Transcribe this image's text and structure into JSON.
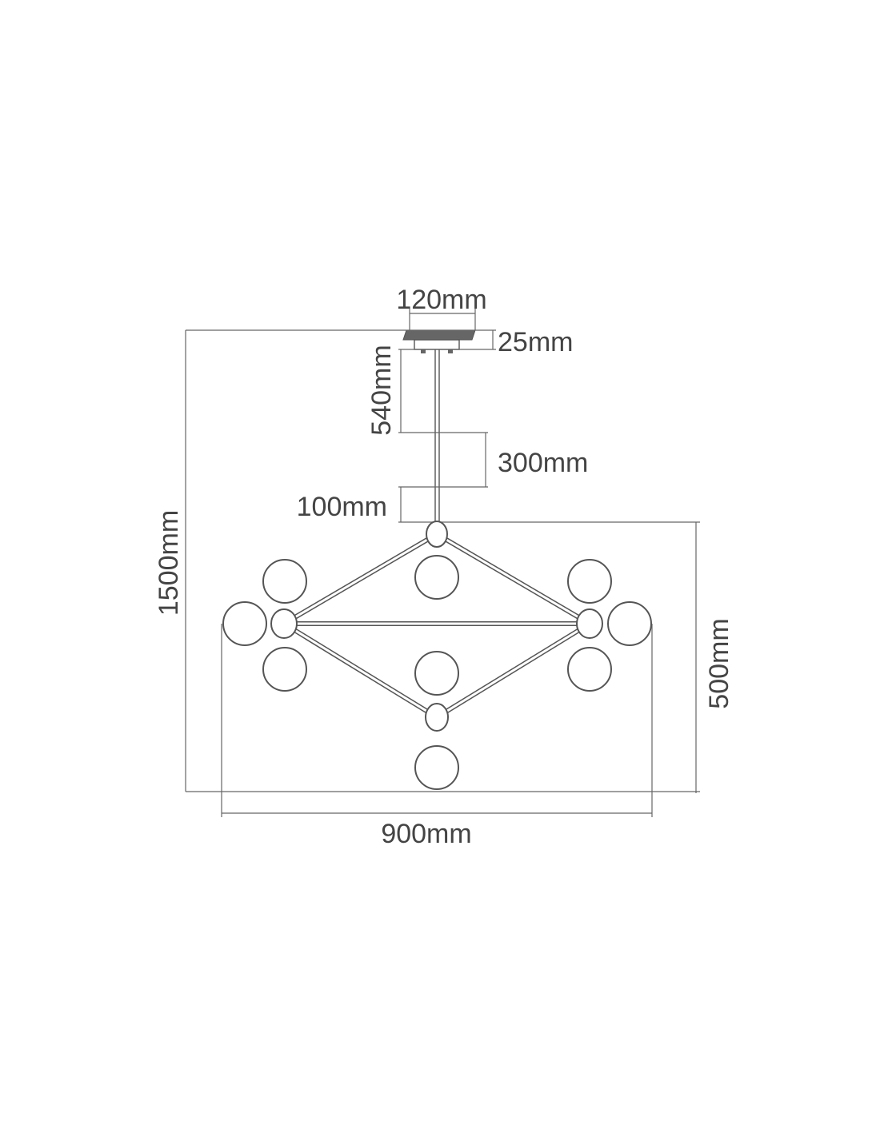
{
  "dimensions": {
    "canopy_width": "120mm",
    "canopy_height": "25mm",
    "rod_segment_1": "540mm",
    "rod_segment_2": "300mm",
    "rod_segment_3": "100mm",
    "total_height": "1500mm",
    "body_height": "500mm",
    "body_width": "900mm"
  },
  "colors": {
    "line": "#555555",
    "text": "#444444",
    "canopy": "#666666"
  }
}
